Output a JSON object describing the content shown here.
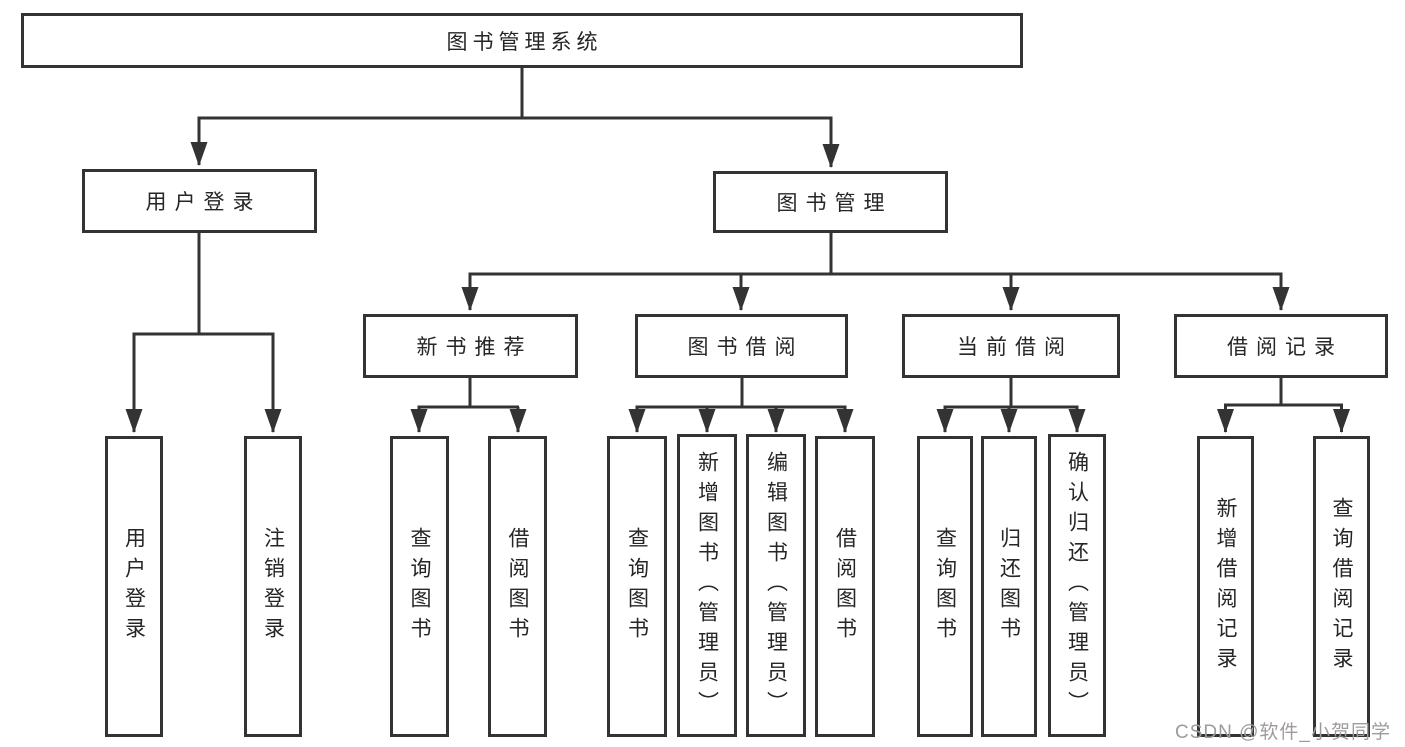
{
  "diagram": {
    "root": {
      "label": "图书管理系统"
    },
    "branches": [
      {
        "label": "用户登录",
        "children": [
          {
            "label": "用户登录"
          },
          {
            "label": "注销登录"
          }
        ]
      },
      {
        "label": "图书管理",
        "children": [
          {
            "label": "新书推荐",
            "children": [
              {
                "label": "查询图书"
              },
              {
                "label": "借阅图书"
              }
            ]
          },
          {
            "label": "图书借阅",
            "children": [
              {
                "label": "查询图书"
              },
              {
                "label": "新增图书（管理员）"
              },
              {
                "label": "编辑图书（管理员）"
              },
              {
                "label": "借阅图书"
              }
            ]
          },
          {
            "label": "当前借阅",
            "children": [
              {
                "label": "查询图书"
              },
              {
                "label": "归还图书"
              },
              {
                "label": "确认归还（管理员）"
              }
            ]
          },
          {
            "label": "借阅记录",
            "children": [
              {
                "label": "新增借阅记录"
              },
              {
                "label": "查询借阅记录"
              }
            ]
          }
        ]
      }
    ]
  },
  "watermark": {
    "text": "CSDN @软件_小贺同学"
  },
  "colors": {
    "line": "#333333",
    "text": "#262626",
    "watermark": "#9f9b9b",
    "background": "#ffffff"
  }
}
